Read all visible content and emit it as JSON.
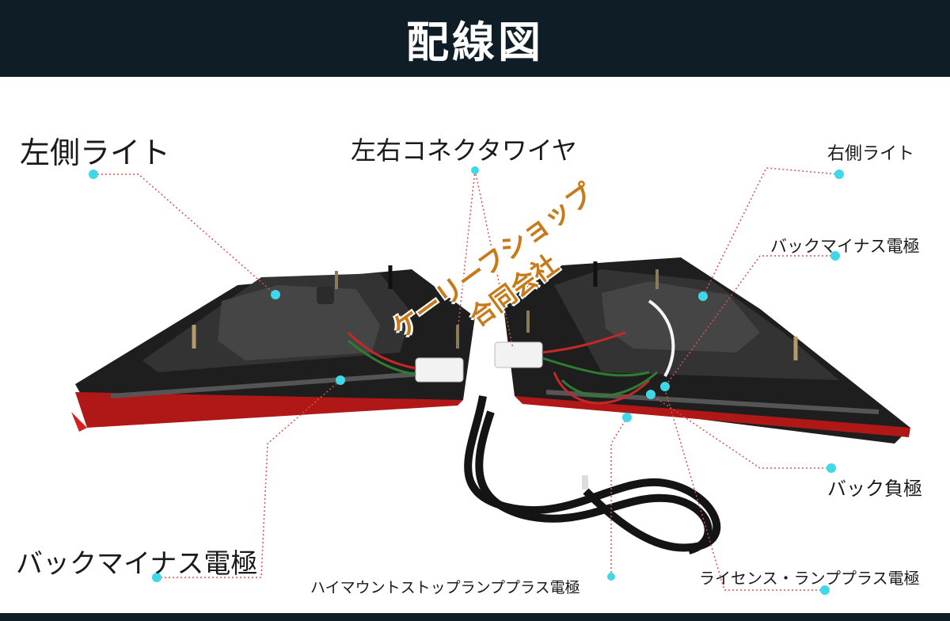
{
  "header": {
    "title": "配線図"
  },
  "labels": {
    "left_light": "左側ライト",
    "connector_wire": "左右コネクタワイヤ",
    "right_light": "右側ライト",
    "back_minus_right": "バックマイナス電極",
    "back_negative": "バック負極",
    "back_minus_left": "バックマイナス電極",
    "high_mount_stop_plus": "ハイマウントストップランププラス電極",
    "license_lamp_plus": "ライセンス・ランププラス電極"
  },
  "watermark": {
    "line1": "ケーリーフショップ",
    "line2": "合同会社"
  },
  "colors": {
    "header_bg": "#0f1d26",
    "header_text": "#ffffff",
    "dot": "#3ed8e8",
    "leader_line": "#d9534f",
    "watermark": "#c77a1a",
    "lamp_body": "#2a2a2a",
    "lamp_lens": "#c81e1e"
  }
}
